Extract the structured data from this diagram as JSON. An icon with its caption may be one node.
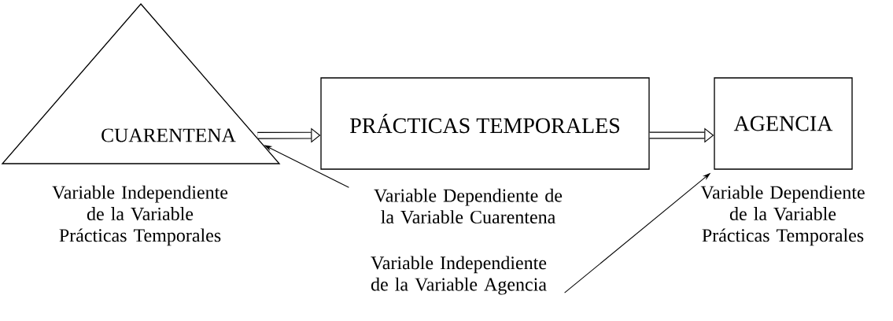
{
  "diagram": {
    "nodes": [
      {
        "text": [
          "CUARENTENA"
        ],
        "beside": [
          "Variable Independiente de la Variable Prácticas Temporales"
        ]
      },
      {
        "text": [
          "PRÁCTICAS TEMPORALES"
        ]
      },
      {
        "text": [
          "AGENCIA"
        ],
        "beside": [
          "Variable Dependiente de la Variable Prácticas Temporales"
        ]
      },
      {
        "text": [
          "Variable Dependiente de la Variable Cuarentena"
        ]
      },
      {
        "text": [
          "Variable Independiente de la Variable Agencia"
        ]
      }
    ],
    "edges": [
      {
        "from": 0,
        "to": 1,
        "arrow": "to",
        "style": "thick"
      },
      {
        "from": 1,
        "to": 2,
        "arrow": "to",
        "style": "thick"
      },
      {
        "from": 3,
        "to": 0,
        "arrow": "to"
      },
      {
        "from": 4,
        "to": 2,
        "arrow": "to"
      }
    ]
  }
}
